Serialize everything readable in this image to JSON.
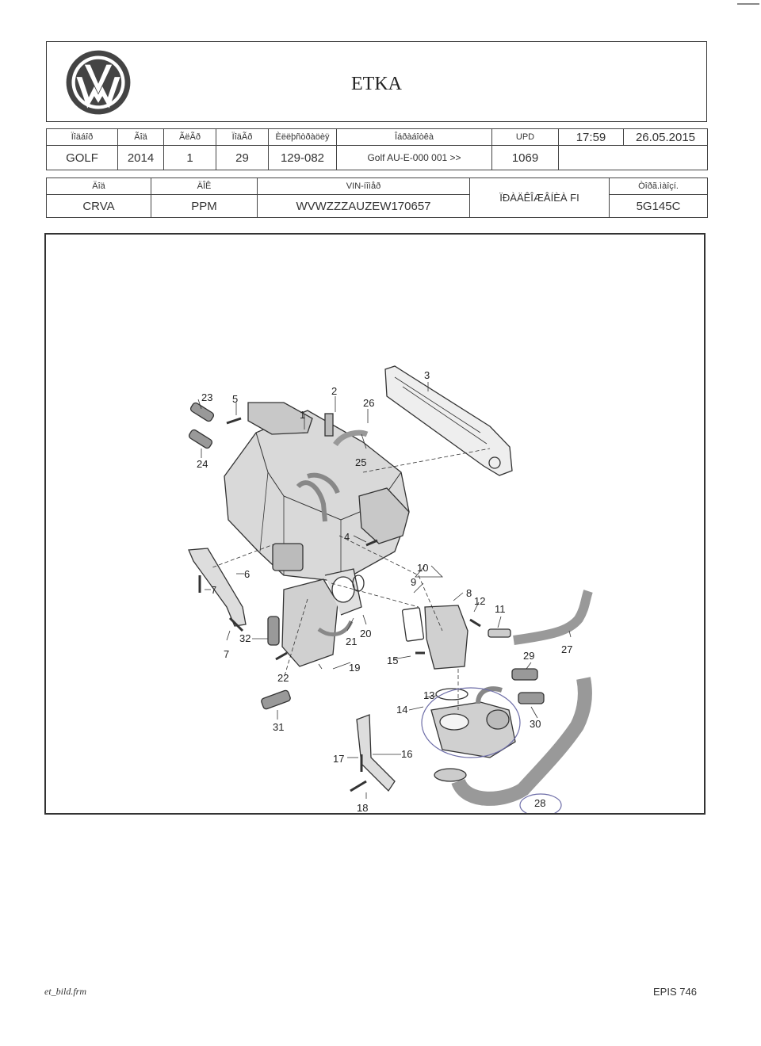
{
  "header": {
    "title": "ETKA",
    "logo": "vw-logo"
  },
  "info_row": {
    "labels": [
      "Ïîäáîð",
      "Ãîä",
      "ÃëÃð",
      "ÏîäÃð",
      "Èëëþñòðàöèÿ",
      "Îáðàáîòêà",
      "UPD"
    ],
    "values": [
      "GOLF",
      "2014",
      "1",
      "29",
      "129-082",
      "Golf AU-E-000 001 >>",
      "1069"
    ],
    "time": "17:59",
    "date": "26.05.2015"
  },
  "vin_row": {
    "labels": [
      "Äîä",
      "ÄÎÊ",
      "VIN-íîìåð",
      "Òîðã.ìàîçí."
    ],
    "values": [
      "CRVA",
      "PPM",
      "WVWZZZAUZEW170657",
      "5G145C"
    ],
    "middle": "ÏÐÀÄÊÎÆÂÍÈÀ FI"
  },
  "diagram": {
    "callouts": [
      "1",
      "2",
      "3",
      "4",
      "5",
      "6",
      "7",
      "7",
      "8",
      "9",
      "10",
      "11",
      "12",
      "13",
      "14",
      "15",
      "16",
      "17",
      "18",
      "19",
      "20",
      "21",
      "22",
      "23",
      "24",
      "25",
      "26",
      "27",
      "28",
      "29",
      "30",
      "31",
      "32"
    ]
  },
  "footer": {
    "left": "et_bild.frm",
    "right": "EPIS 746"
  }
}
